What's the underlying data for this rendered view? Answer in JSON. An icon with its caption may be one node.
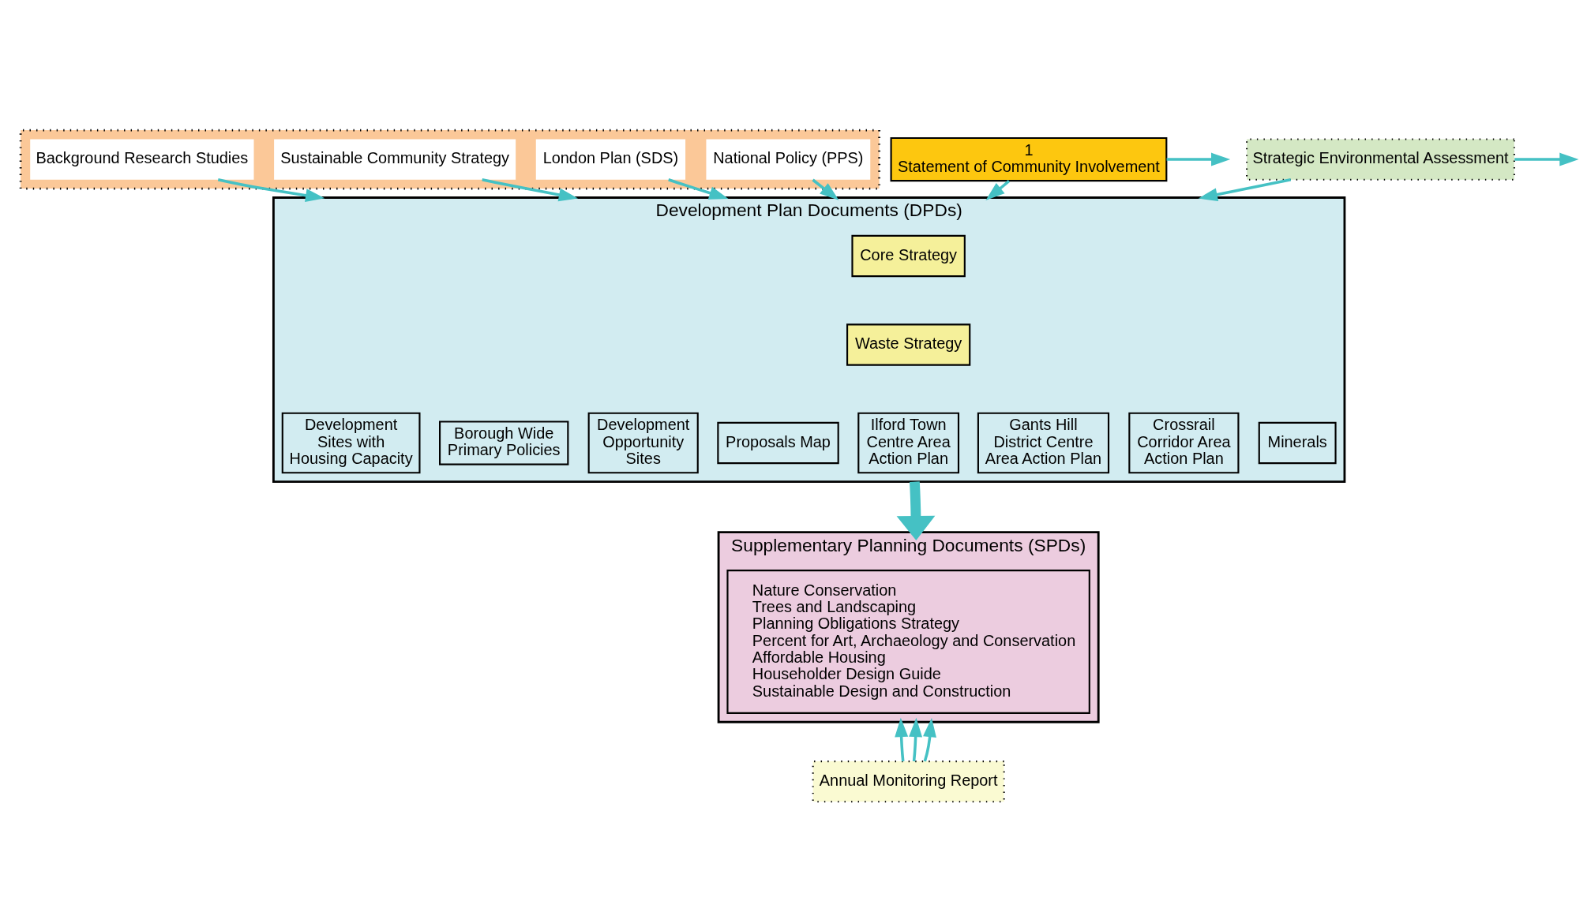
{
  "diagram": {
    "nodes": [
      {
        "text": [],
        "shape": "box"
      },
      {
        "text": [
          "Background Research Studies"
        ],
        "in": 0
      },
      {
        "text": [
          "Sustainable Community Strategy"
        ],
        "in": 0
      },
      {
        "text": [
          "London Plan (SDS)"
        ],
        "in": 0
      },
      {
        "text": [
          "National Policy (PPS)"
        ],
        "in": 0
      },
      {
        "text": [
          "Development Plan Documents (DPDs)"
        ]
      },
      {
        "text": [
          "Core Strategy"
        ],
        "in": 5
      },
      {
        "text": [
          "Waste Strategy"
        ],
        "in": 5
      },
      {
        "text": [
          "Development Sites with Housing Capacity"
        ],
        "in": 5
      },
      {
        "text": [
          "Borough Wide Primary Policies"
        ],
        "in": 5
      },
      {
        "text": [
          "Development Opportunity Sites"
        ],
        "in": 5
      },
      {
        "text": [
          "Proposals Map"
        ],
        "in": 5
      },
      {
        "text": [
          "Ilford Town Centre Area Action Plan"
        ],
        "in": 5
      },
      {
        "text": [
          "Gants Hill District Centre Area Action Plan"
        ],
        "in": 5
      },
      {
        "text": [
          "Crossrail Corridor Area Action Plan"
        ],
        "in": 5
      },
      {
        "text": [
          "Minerals"
        ],
        "in": 5
      },
      {
        "text": [
          "Supplementary Planning Documents (SPDs)"
        ]
      },
      {
        "text": [
          "Nature Conservation",
          "Trees and Landscaping",
          "Planning Obligations Strategy",
          "Percent for Art, Archaeology and Conservation",
          "Affordable Housing",
          "Householder Design Guide",
          "Sustainable Design and Construction"
        ],
        "in": 16
      },
      {
        "text": [
          "Annual Monitoring Report"
        ]
      },
      {
        "text": [
          "1",
          "Statement of Community Involvement"
        ]
      },
      {
        "text": [
          "Strategic Environmental Assessment"
        ]
      }
    ],
    "edges": [
      {
        "from": 1,
        "to": 5,
        "arrow": "to"
      },
      {
        "from": 2,
        "to": 5,
        "arrow": "to"
      },
      {
        "from": 3,
        "to": 5,
        "arrow": "to"
      },
      {
        "from": 4,
        "to": 5,
        "arrow": "to"
      },
      {
        "from": 19,
        "to": 5,
        "arrow": "to"
      },
      {
        "from": 20,
        "to": 5,
        "arrow": "to"
      },
      {
        "from": 19,
        "to": null,
        "arrow": "to"
      },
      {
        "from": 20,
        "to": null,
        "arrow": "to"
      },
      {
        "from": 5,
        "to": 16,
        "arrow": "to",
        "style": "thick"
      },
      {
        "from": 18,
        "to": 16,
        "arrow": "to"
      },
      {
        "from": 18,
        "to": 16,
        "arrow": "to"
      },
      {
        "from": 18,
        "to": 16,
        "arrow": "to"
      }
    ]
  }
}
